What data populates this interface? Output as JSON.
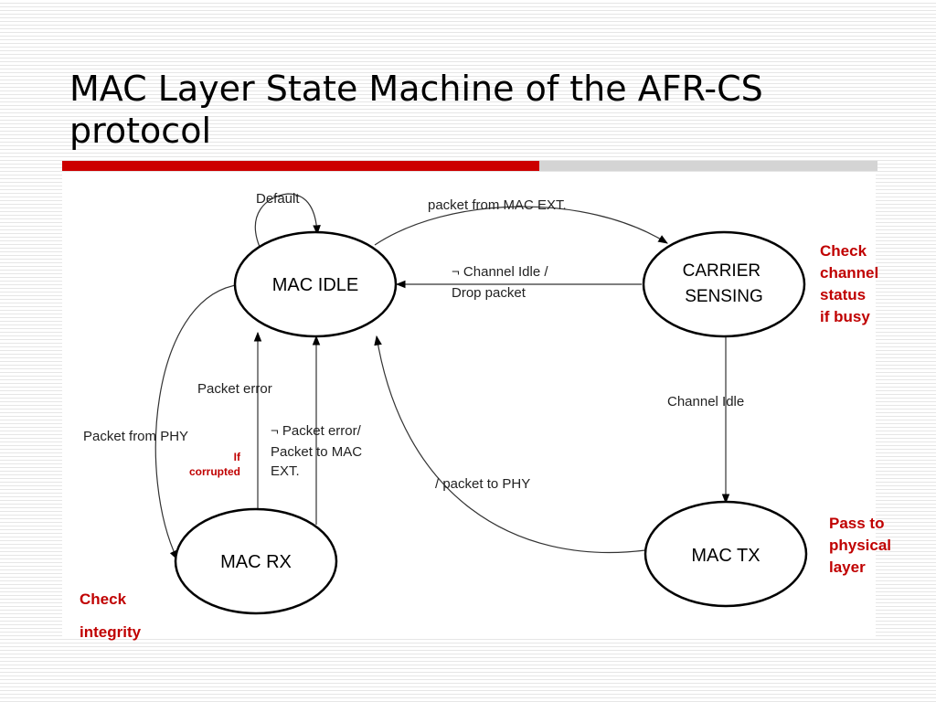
{
  "slide": {
    "title": "MAC Layer State Machine of the AFR-CS protocol"
  },
  "colors": {
    "accent_bar": "#cc0000",
    "annotation": "#c00000"
  },
  "diagram": {
    "states": {
      "idle": [
        "MAC IDLE"
      ],
      "carrier": [
        "CARRIER",
        "SENSING"
      ],
      "tx": [
        "MAC TX"
      ],
      "rx": [
        "MAC RX"
      ]
    },
    "transitions": {
      "default": "Default",
      "packet_from_mac_ext": "packet from MAC EXT.",
      "channel_busy": [
        "¬ Channel Idle /",
        "Drop packet"
      ],
      "channel_idle": "Channel Idle",
      "packet_error": "Packet error",
      "packet_ok": [
        "¬ Packet error/",
        "Packet to MAC",
        "EXT."
      ],
      "packet_from_phy": "Packet from PHY",
      "packet_to_phy": "/ packet to PHY"
    },
    "annotations": {
      "carrier": [
        "Check",
        "channel",
        "status",
        "if busy"
      ],
      "tx": [
        "Pass to",
        "physical",
        "layer"
      ],
      "rx": [
        "Check",
        "integrity"
      ],
      "error": [
        "If",
        "corrupted"
      ]
    }
  }
}
